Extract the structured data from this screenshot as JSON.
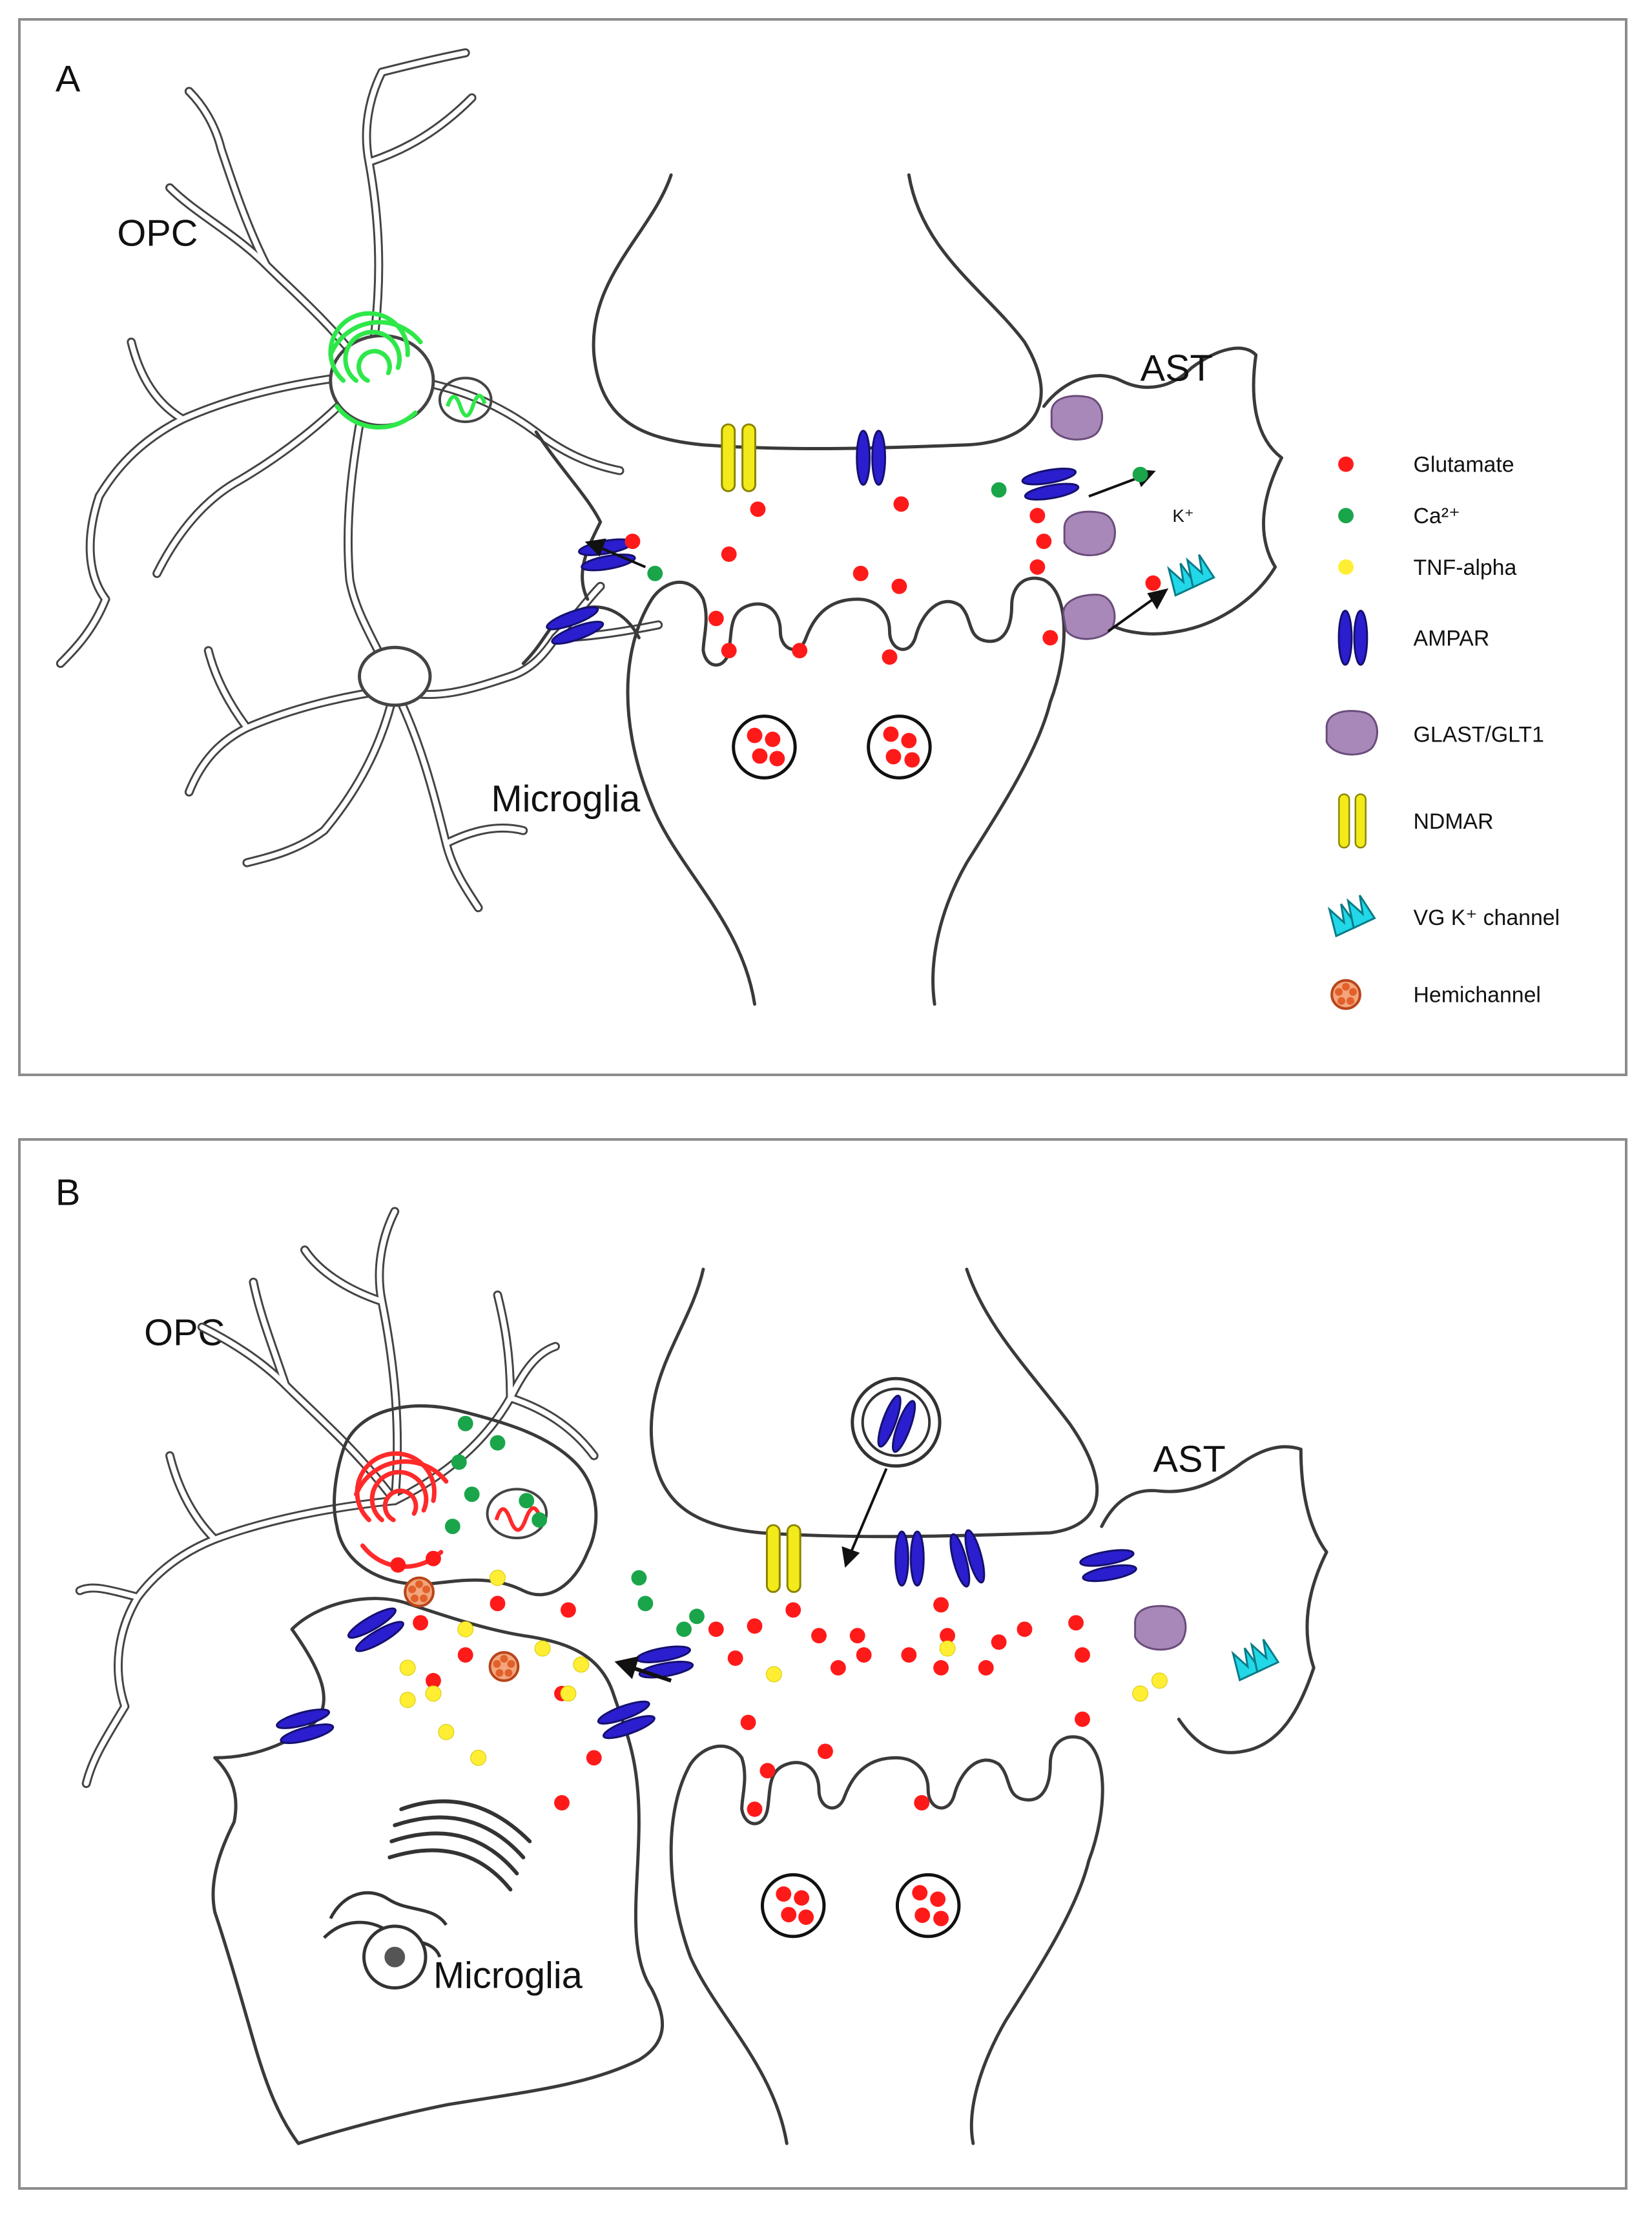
{
  "panels": [
    {
      "letter": "A",
      "opc_label": "OPC",
      "microglia_label": "Microglia",
      "ast_label": "AST",
      "k_label": "K⁺"
    },
    {
      "letter": "B",
      "opc_label": "OPC",
      "microglia_label": "Microglia",
      "ast_label": "AST"
    }
  ],
  "legend": [
    {
      "icon": "red-dot-icon",
      "label": "Glutamate",
      "color": "#ff1a1a"
    },
    {
      "icon": "green-dot-icon",
      "label": "Ca²⁺",
      "color": "#1aa54a"
    },
    {
      "icon": "yellow-dot-icon",
      "label": "TNF-alpha",
      "color": "#ffee33"
    },
    {
      "icon": "ampar-icon",
      "label": "AMPAR",
      "color": "#2a1ecf"
    },
    {
      "icon": "glast-icon",
      "label": "GLAST/GLT1",
      "color": "#a888b8"
    },
    {
      "icon": "nmdar-icon",
      "label": "NDMAR",
      "color": "#f2ea1a"
    },
    {
      "icon": "k-channel-icon",
      "label": "VG K⁺ channel",
      "color": "#22d8e8"
    },
    {
      "icon": "hemichannel-icon",
      "label": "Hemichannel",
      "color": "#e2602a"
    }
  ]
}
